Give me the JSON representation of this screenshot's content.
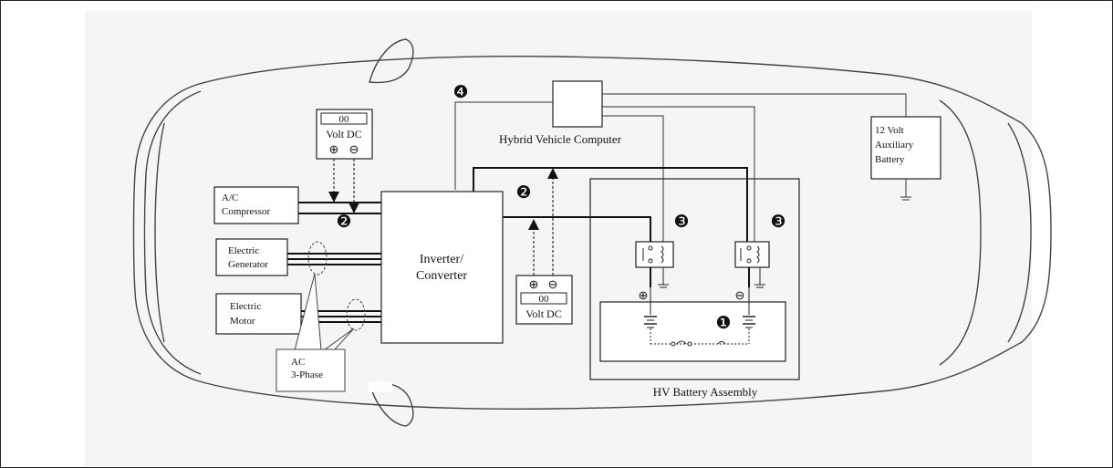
{
  "labels": {
    "hybrid_computer": "Hybrid Vehicle Computer",
    "aux_battery": [
      "12 Volt",
      "Auxiliary",
      "Battery"
    ],
    "ac_compressor": [
      "A/C",
      "Compressor"
    ],
    "electric_generator": [
      "Electric",
      "Generator"
    ],
    "electric_motor": [
      "Electric",
      "Motor"
    ],
    "inverter": [
      "Inverter/",
      "Converter"
    ],
    "ac_phase": [
      "AC",
      "3-Phase"
    ],
    "hv_battery": "HV Battery Assembly"
  },
  "meters": {
    "left": {
      "reading": "00",
      "unit": "Volt DC",
      "plus": "⊕",
      "minus": "⊖"
    },
    "center": {
      "reading": "00",
      "unit": "Volt DC",
      "plus": "⊕",
      "minus": "⊖"
    }
  },
  "markers": {
    "one": "❶",
    "two": "❷",
    "three": "❸",
    "four": "❹"
  },
  "polarity": {
    "plus": "⊕",
    "minus": "⊖"
  }
}
